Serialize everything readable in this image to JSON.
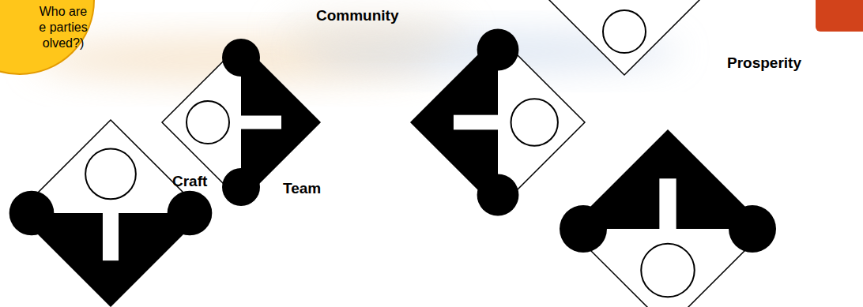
{
  "diagram": {
    "nodes": [
      {
        "text": [
          "Who are e parties olved?)"
        ]
      },
      {
        "text": [
          "Craft"
        ]
      },
      {
        "text": [
          "Team"
        ]
      },
      {
        "text": [
          "Community"
        ]
      },
      {
        "text": [
          "Prosperity"
        ]
      }
    ]
  }
}
